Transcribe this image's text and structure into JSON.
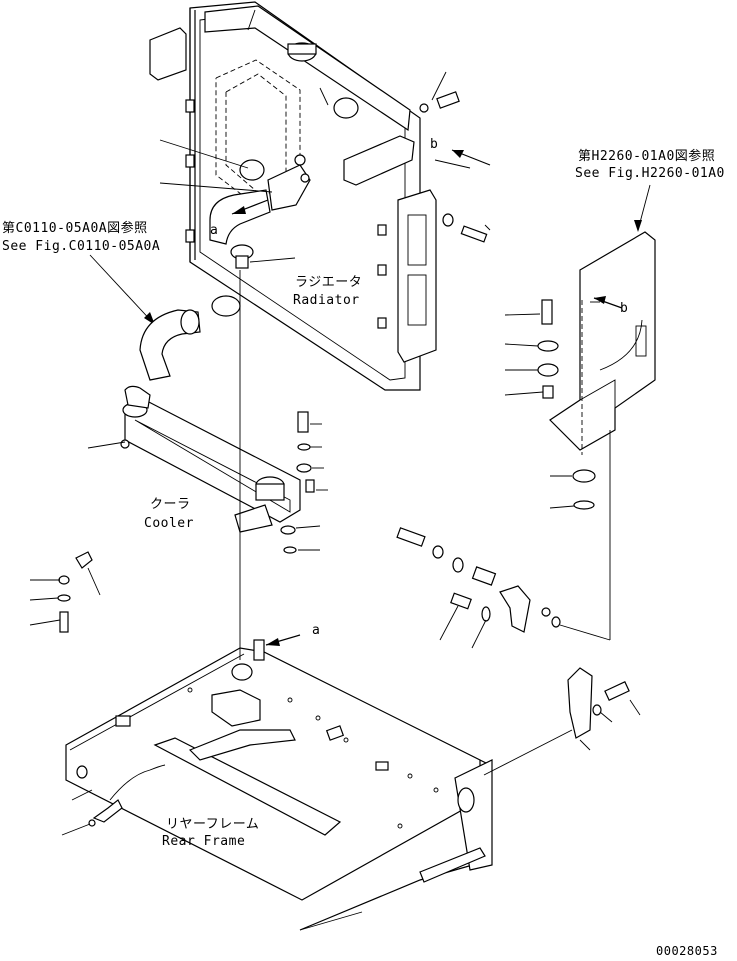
{
  "labels": {
    "radiator_jp": "ラジエータ",
    "radiator_en": "Radiator",
    "cooler_jp": "クーラ",
    "cooler_en": "Cooler",
    "rear_frame_jp": "リヤーフレーム",
    "rear_frame_en": "Rear Frame",
    "ref_left_jp": "第C0110-05A0A図参照",
    "ref_left_en": "See Fig.C0110-05A0A",
    "ref_right_jp": "第H2260-01A0図参照",
    "ref_right_en": "See Fig.H2260-01A0",
    "callout_a_top": "a",
    "callout_a_bottom": "a",
    "callout_b_top": "b",
    "callout_b_bracket": "b",
    "drawing_number": "00028053"
  }
}
